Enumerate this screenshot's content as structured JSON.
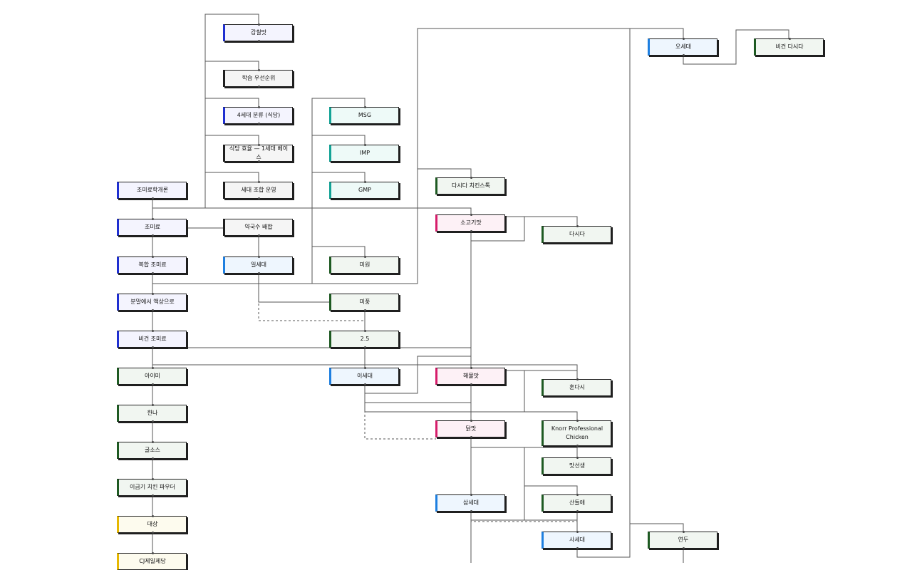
{
  "nodes": {
    "n_gamchilmat": "감칠맛",
    "n_hakseup": "학습 우선순위",
    "n_4sedae_bunryu": "4세대 분류 (식당)",
    "n_sikdang_hyoyul": "식당 효율 — 1세대 베이스",
    "n_sedae_johap": "세대 조합 운영",
    "n_johak_gaeron": "조미료학개론",
    "n_jomiryo": "조미료",
    "n_bokhap": "복합 조미료",
    "n_bunmal": "분말에서 액상으로",
    "n_vegan_jomi": "비건 조미료",
    "n_aimi": "아이미",
    "n_hanna": "한나",
    "n_gulsauce": "굴소스",
    "n_igeumgi": "이금기 치킨 파우더",
    "n_daesang": "대상",
    "n_cj": "CJ제일제당",
    "n_yakguksu": "약국수 배합",
    "n_ilsedae": "일세대",
    "n_msg": "MSG",
    "n_imp": "IMP",
    "n_gmp": "GMP",
    "n_miwon": "미원",
    "n_mipung": "미풍",
    "n_2_5": "2.5",
    "n_isedae": "이세대",
    "n_dasida_chicken": "다시다 치킨스톡",
    "n_sogogimat": "소고기맛",
    "n_dasida": "다시다",
    "n_haemulmat": "해물맛",
    "n_dakmat": "닭맛",
    "n_samsedae": "삼세대",
    "n_hondasi": "혼다시",
    "n_knorr": "Knorr Professional Chicken",
    "n_matseonsaeng": "맛선생",
    "n_sandeure": "산들애",
    "n_sasedae": "사세대",
    "n_osedae": "오세대",
    "n_vegan_dasida": "비건 다시다",
    "n_yeondu": "연두"
  }
}
